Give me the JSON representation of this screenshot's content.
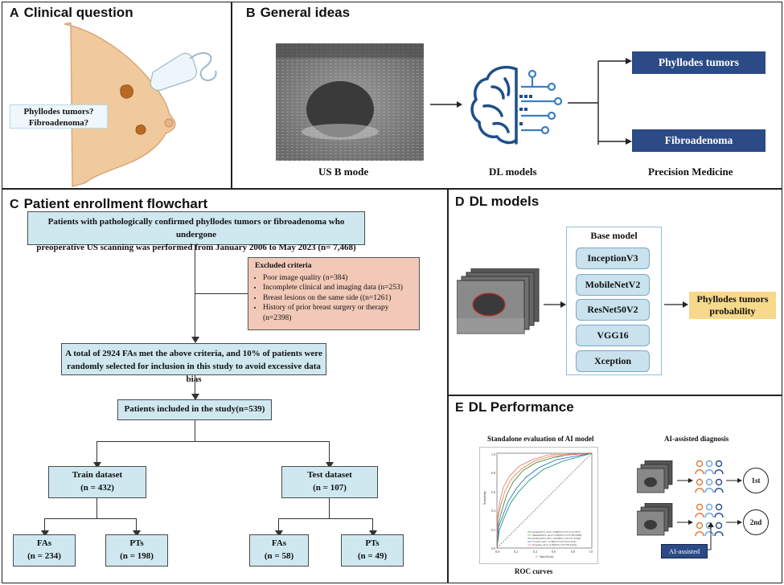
{
  "panel_a": {
    "letter": "A",
    "title": "Clinical question",
    "question_line1": "Phyllodes tumors?",
    "question_line2": "Fibroadenoma?"
  },
  "panel_b": {
    "letter": "B",
    "title": "General ideas",
    "image_label": "US B mode",
    "model_label": "DL models",
    "outcome_label": "Precision Medicine",
    "outcome_top": "Phyllodes tumors",
    "outcome_bottom": "Fibroadenoma",
    "brand_color": "#2b4a86"
  },
  "panel_c": {
    "letter": "C",
    "title": "Patient enrollment flowchart",
    "box1_line1": "Patients with pathologically confirmed phyllodes tumors or fibroadenoma who undergone",
    "box1_line2": "preoperative US scanning was performed from January 2006 to May 2023 (n= 7,468)",
    "excluded_title": "Excluded criteria",
    "excluded_items": [
      "Poor image quality (n=384)",
      "Incomplete clinical and imaging data (n=253)",
      "Breast lesions on the same side ((n=1261)",
      "History of prior breast surgery or therapy (n=2398)"
    ],
    "box2_line1": "A total of 2924 FAs met the above criteria, and 10% of patients were",
    "box2_line2": "randomly selected for inclusion in this study to avoid excessive data bias",
    "box3": "Patients included in the study(n=539)",
    "train_title": "Train dataset",
    "train_n": "(n = 432)",
    "test_title": "Test dataset",
    "test_n": "(n = 107)",
    "leaf1_title": "FAs",
    "leaf1_n": "(n = 234)",
    "leaf2_title": "PTs",
    "leaf2_n": "(n = 198)",
    "leaf3_title": "FAs",
    "leaf3_n": "(n = 58)",
    "leaf4_title": "PTs",
    "leaf4_n": "(n =  49)",
    "box_color": "#cfe8f0",
    "excluded_color": "#f2c9b8"
  },
  "panel_d": {
    "letter": "D",
    "title": "DL models",
    "base_title": "Base model",
    "models": [
      "InceptionV3",
      "MobileNetV2",
      "ResNet50V2",
      "VGG16",
      "Xception"
    ],
    "output_line1": "Phyllodes tumors",
    "output_line2": "probability",
    "output_color": "#f7d98b"
  },
  "panel_e": {
    "letter": "E",
    "title": "DL Performance",
    "roc_title": "Standalone evaluation of AI model",
    "roc_caption": "ROC curves",
    "roc_xlabel": "1 - Specificity",
    "roc_ylabel": "Sensitivity",
    "roc_ticks": [
      "0.0",
      "0.2",
      "0.4",
      "0.6",
      "0.8",
      "1.0"
    ],
    "roc_legend": [
      "InceptionV3, AUC: 0.80(95% CI:0.715-0.875)",
      "MobileNetV2, AUC: 0.82(95% CI:0.739-0.890)",
      "ResNet50V2, AUC: 0.83(95% CI:0.757-0.902)",
      "VGG16, AUC: 0.79(95% CI:0.707-0.870)",
      "Xception, AUC: 0.85(95% CI:0.783-0.916)"
    ],
    "assist_title": "AI-assisted diagnosis",
    "round1": "1st",
    "round2": "2nd",
    "assist_badge": "AI-assisted"
  }
}
